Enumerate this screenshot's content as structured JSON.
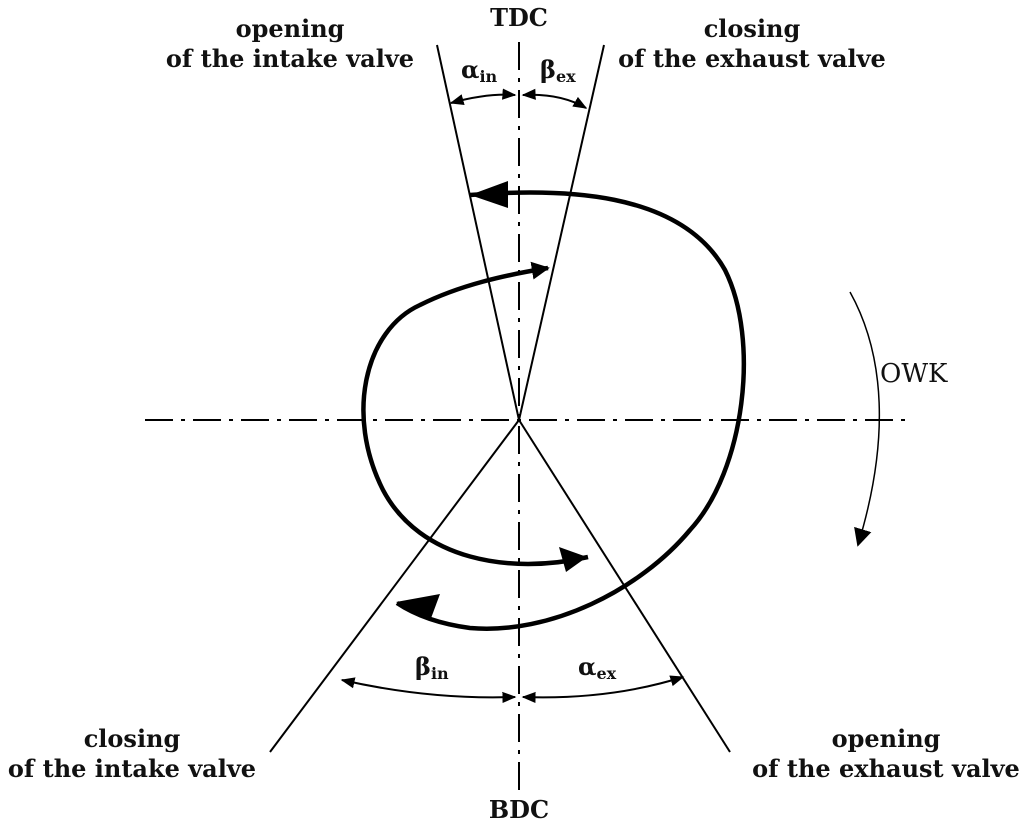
{
  "labels": {
    "tdc": "TDC",
    "bdc": "BDC",
    "owk": "OWK",
    "intake_open": {
      "line1": "opening",
      "line2": "of the intake valve"
    },
    "exhaust_close": {
      "line1": "closing",
      "line2": "of the exhaust valve"
    },
    "intake_close": {
      "line1": "closing",
      "line2": "of the intake valve"
    },
    "exhaust_open": {
      "line1": "opening",
      "line2": "of the exhaust valve"
    }
  },
  "angles": {
    "alpha_in": {
      "base": "α",
      "sub": "in"
    },
    "beta_ex": {
      "base": "β",
      "sub": "ex"
    },
    "beta_in": {
      "base": "β",
      "sub": "in"
    },
    "alpha_ex": {
      "base": "α",
      "sub": "ex"
    }
  }
}
